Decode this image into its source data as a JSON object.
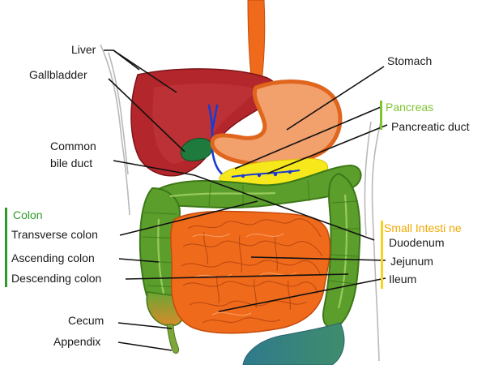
{
  "labels": {
    "liver": "Liver",
    "gallbladder": "Gallbladder",
    "stomach": "Stomach",
    "pancreas": "Pancreas",
    "pancreatic_duct": "Pancreatic duct",
    "common_bile_duct_1": "Common",
    "common_bile_duct_2": "bile duct",
    "colon": "Colon",
    "transverse_colon": "Transverse colon",
    "ascending_colon": "Ascending colon",
    "descending_colon": "Descending colon",
    "cecum": "Cecum",
    "appendix": "Appendix",
    "small_intestine": "Small Intesti ne",
    "duodenum": "Duodenum",
    "jejunum": "Jejunum",
    "ileum": "Ileum"
  },
  "colors": {
    "liver": "#b3262b",
    "gallbladder": "#1f7a3e",
    "stomach": "#f2a06c",
    "esophagus": "#f06a1b",
    "pancreas": "#f6e81a",
    "colon": "#5c9e2c",
    "small_intestine": "#f06a1b",
    "bile_duct": "#1a3bd1",
    "group_colon": "#2e9a2a",
    "group_pancreas": "#7fc431",
    "group_small_intestine": "#f2a900"
  }
}
